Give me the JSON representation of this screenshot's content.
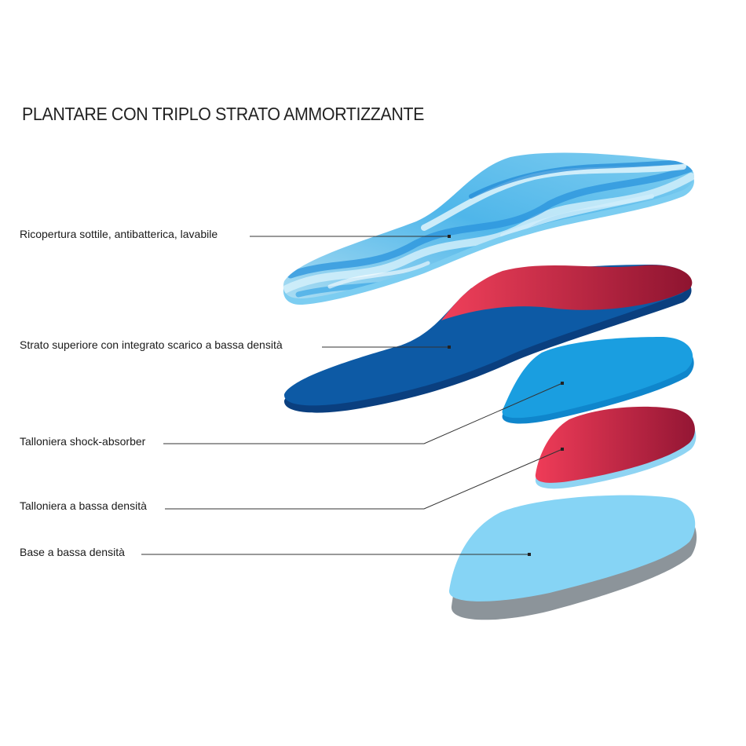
{
  "title": "PLANTARE CON TRIPLO STRATO AMMORTIZZANTE",
  "layers": [
    {
      "label": "Ricopertura sottile, antibatterica, lavabile"
    },
    {
      "label": "Strato superiore con integrato scarico a bassa densità"
    },
    {
      "label": "Talloniera shock-absorber"
    },
    {
      "label": "Talloniera a bassa densità"
    },
    {
      "label": "Base a bassa densità"
    }
  ],
  "colors": {
    "cover_light": "#bfe6f6",
    "cover_mid": "#5ec3ec",
    "cover_blue": "#2f9fe0",
    "navy": "#0d5aa5",
    "navy_dark": "#0a3f7f",
    "red": "#e8364e",
    "red_dark": "#8e1430",
    "heel_blue": "#1a9ee0",
    "base_blue": "#86d4f5",
    "base_gray": "#8c949a",
    "leader": "#333333"
  }
}
